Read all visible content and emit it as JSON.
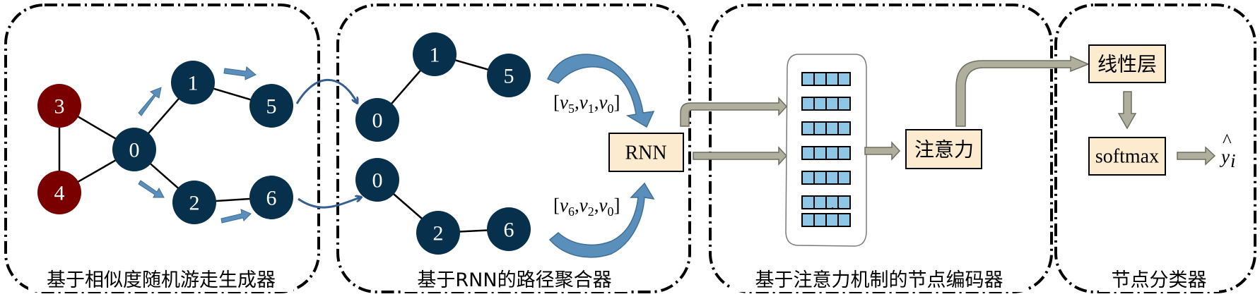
{
  "panels": [
    {
      "id": "walk",
      "title": "基于相似度随机游走生成器"
    },
    {
      "id": "rnn",
      "title": "基于RNN的路径聚合器"
    },
    {
      "id": "attn",
      "title": "基于注意力机制的节点编码器"
    },
    {
      "id": "cls",
      "title": "节点分类器"
    }
  ],
  "graph": {
    "nodes": [
      {
        "id": "3",
        "label": "3",
        "group": "neighbor"
      },
      {
        "id": "4",
        "label": "4",
        "group": "neighbor"
      },
      {
        "id": "0",
        "label": "0",
        "group": "path"
      },
      {
        "id": "1",
        "label": "1",
        "group": "path"
      },
      {
        "id": "5",
        "label": "5",
        "group": "path"
      },
      {
        "id": "2",
        "label": "2",
        "group": "path"
      },
      {
        "id": "6",
        "label": "6",
        "group": "path"
      }
    ],
    "edges": [
      [
        "3",
        "4"
      ],
      [
        "3",
        "0"
      ],
      [
        "4",
        "0"
      ],
      [
        "0",
        "1"
      ],
      [
        "1",
        "5"
      ],
      [
        "0",
        "2"
      ],
      [
        "2",
        "6"
      ]
    ]
  },
  "paths": [
    {
      "nodes": [
        "0",
        "1",
        "5"
      ],
      "sequence": "[v5,v1,v0]"
    },
    {
      "nodes": [
        "0",
        "2",
        "6"
      ],
      "sequence": "[v6,v2,v0]"
    }
  ],
  "sequence_labels": {
    "top": {
      "open": "[",
      "items": [
        {
          "base": "v",
          "sub": "5"
        },
        {
          "base": "v",
          "sub": "1"
        },
        {
          "base": "v",
          "sub": "0"
        }
      ],
      "close": "]"
    },
    "bottom": {
      "open": "[",
      "items": [
        {
          "base": "v",
          "sub": "6"
        },
        {
          "base": "v",
          "sub": "2"
        },
        {
          "base": "v",
          "sub": "0"
        }
      ],
      "close": "]"
    }
  },
  "boxes": {
    "rnn": "RNN",
    "attention": "注意力",
    "linear": "线性层",
    "softmax": "softmax"
  },
  "embedding_stack": {
    "rows_before_ellipsis": 6,
    "cells_per_row": 4,
    "ellipsis": "…",
    "rows_after_ellipsis": 1
  },
  "output": {
    "base": "y",
    "hat": "^",
    "sub": "i"
  },
  "colors": {
    "path_node": "#06304b",
    "neighbor_node": "#7a0000",
    "walk_arrow": "#5b8fbb",
    "curve_arrow": "#365f91",
    "flow_arrow": "#b0ae9c",
    "box_fill": "#fdebcf",
    "cell_fill": "#8ec7e6"
  }
}
